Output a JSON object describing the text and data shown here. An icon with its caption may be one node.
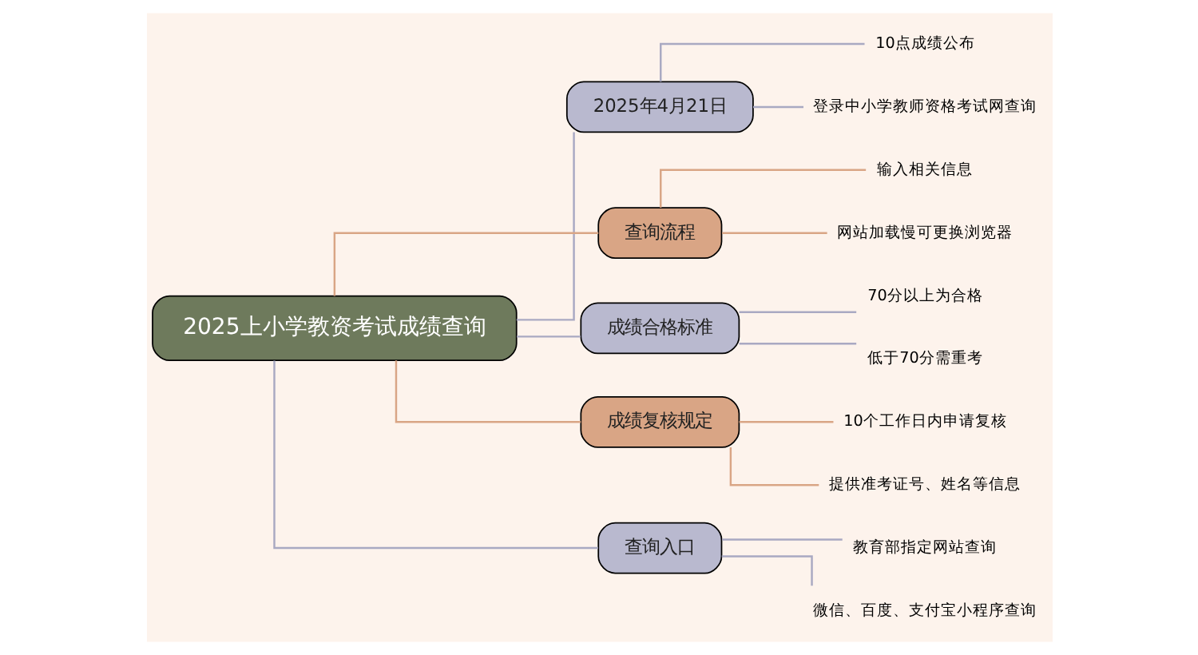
{
  "diagram": {
    "nodes": [
      {
        "text": [
          "2025上小学教资考试成绩查询"
        ]
      },
      {
        "text": [
          "2025年4月21日"
        ]
      },
      {
        "text": [
          "10点成绩公布"
        ]
      },
      {
        "text": [
          "登录中小学教师资格考试网查询"
        ]
      },
      {
        "text": [
          "查询流程"
        ]
      },
      {
        "text": [
          "输入相关信息"
        ]
      },
      {
        "text": [
          "网站加载慢可更换浏览器"
        ]
      },
      {
        "text": [
          "成绩合格标准"
        ]
      },
      {
        "text": [
          "70分以上为合格"
        ]
      },
      {
        "text": [
          "低于70分需重考"
        ]
      },
      {
        "text": [
          "成绩复核规定"
        ]
      },
      {
        "text": [
          "10个工作日内申请复核"
        ]
      },
      {
        "text": [
          "提供准考证号、姓名等信息"
        ]
      },
      {
        "text": [
          "查询入口"
        ]
      },
      {
        "text": [
          "教育部指定网站查询"
        ]
      },
      {
        "text": [
          "微信、百度、支付宝小程序查询"
        ]
      }
    ],
    "edges": [
      {
        "from": 0,
        "to": 1,
        "arrow": "none"
      },
      {
        "from": 1,
        "to": 2,
        "arrow": "none"
      },
      {
        "from": 1,
        "to": 3,
        "arrow": "none"
      },
      {
        "from": 0,
        "to": 4,
        "arrow": "none",
        "color": "#d9a585"
      },
      {
        "from": 4,
        "to": 5,
        "arrow": "none",
        "color": "#d9a585"
      },
      {
        "from": 4,
        "to": 6,
        "arrow": "none",
        "color": "#d9a585"
      },
      {
        "from": 0,
        "to": 7,
        "arrow": "none"
      },
      {
        "from": 7,
        "to": 8,
        "arrow": "none"
      },
      {
        "from": 7,
        "to": 9,
        "arrow": "none"
      },
      {
        "from": 0,
        "to": 10,
        "arrow": "none",
        "color": "#d9a585"
      },
      {
        "from": 10,
        "to": 11,
        "arrow": "none",
        "color": "#d9a585"
      },
      {
        "from": 10,
        "to": 12,
        "arrow": "none",
        "color": "#d9a585"
      },
      {
        "from": 0,
        "to": 13,
        "arrow": "none"
      },
      {
        "from": 13,
        "to": 14,
        "arrow": "none"
      },
      {
        "from": 13,
        "to": 15,
        "arrow": "none"
      }
    ]
  }
}
